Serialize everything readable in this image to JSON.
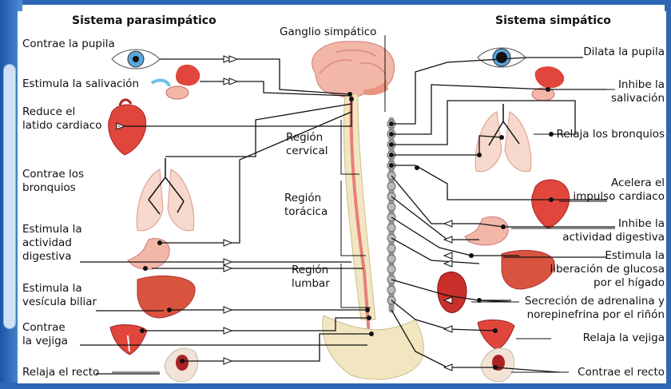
{
  "headers": {
    "left": "Sistema parasimpático",
    "right": "Sistema simpático"
  },
  "center": {
    "ganglion": "Ganglio simpático",
    "cervical": [
      "Región",
      "cervical"
    ],
    "thoracic": [
      "Región",
      "torácica"
    ],
    "lumbar": [
      "Región",
      "lumbar"
    ]
  },
  "left_labels": [
    [
      "Contrae la pupila"
    ],
    [
      "Estimula la salivación"
    ],
    [
      "Reduce el",
      "latido cardiaco"
    ],
    [
      "Contrae los",
      "bronquios"
    ],
    [
      "Estimula la",
      "actividad",
      "digestiva"
    ],
    [
      "Estimula la",
      "vesícula biliar"
    ],
    [
      "Contrae",
      "la vejiga"
    ],
    [
      "Relaja el recto"
    ]
  ],
  "right_labels": [
    [
      "Dilata la pupila"
    ],
    [
      "Inhibe la",
      "salivación"
    ],
    [
      "Relaja los bronquios"
    ],
    [
      "Acelera el",
      "impulso cardiaco"
    ],
    [
      "Inhibe la",
      "actividad digestiva"
    ],
    [
      "Estimula la",
      "liberación de glucosa",
      "por el hígado"
    ],
    [
      "Secreción de adrenalina y",
      "norepinefrina por el riñón"
    ],
    [
      "Relaja la vejiga"
    ],
    [
      "Contrae el recto"
    ]
  ],
  "colors": {
    "organ": "#e0463c",
    "organ_light": "#f3b7a8",
    "bone": "#f2e6c0",
    "chain": "#9a9a9a",
    "nerve": "#111111",
    "frame": "#2c66b5"
  }
}
